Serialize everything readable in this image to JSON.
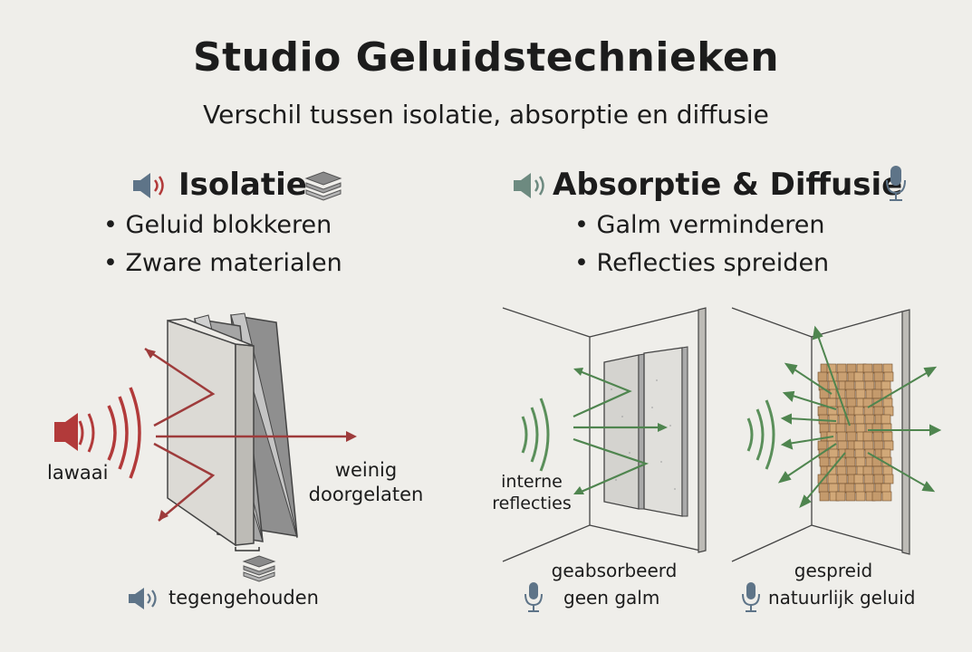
{
  "title": "Studio Geluidstechnieken",
  "subtitle": "Verschil tussen isolatie, absorptie en diffusie",
  "left": {
    "heading": "Isolatie",
    "heading_icons": [
      "speaker-icon",
      "layers-icon"
    ],
    "bullets": [
      "Geluid blokkeren",
      "Zware materialen"
    ],
    "labels": {
      "source": "lawaai",
      "through": "weinig doorgelaten",
      "through_line1": "weinig",
      "through_line2": "doorgelaten",
      "stopped": "tegengehouden"
    }
  },
  "right": {
    "heading": "Absorptie & Diffusie",
    "heading_icons": [
      "speaker-icon",
      "microphone-icon"
    ],
    "bullets": [
      "Galm verminderen",
      "Reflecties spreiden"
    ],
    "absorption": {
      "label_line1": "interne",
      "label_line2": "reflecties",
      "result_line1": "geabsorbeerd",
      "result_line2": "geen galm"
    },
    "diffusion": {
      "result_line1": "gespreid",
      "result_line2": "natuurlijk geluid"
    }
  },
  "colors": {
    "red_wave": "#b23a3a",
    "green_wave": "#5a8f5a",
    "icon_blue": "#5e7488",
    "wood": "#c49a6c"
  }
}
